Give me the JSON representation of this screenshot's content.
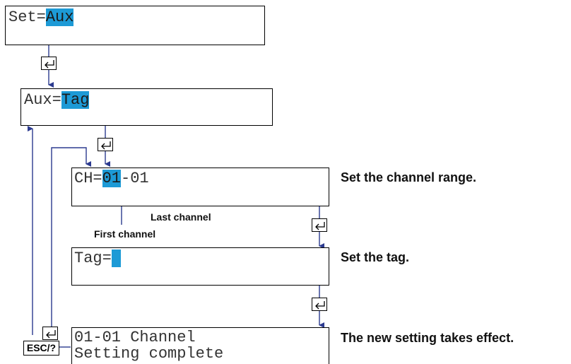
{
  "screens": {
    "set": {
      "prefix": "Set=",
      "value": "Aux"
    },
    "aux": {
      "prefix": "Aux=",
      "value": "Tag"
    },
    "ch": {
      "prefix": "CH=",
      "first": "01",
      "suffix": "-01"
    },
    "tag": {
      "prefix": "Tag=",
      "value": " "
    },
    "complete": {
      "line1": "01-01 Channel",
      "line2": "Setting complete"
    }
  },
  "labels": {
    "set_channel_range": "Set the channel range.",
    "set_tag": "Set the tag.",
    "new_setting": "The new setting takes effect.",
    "last_channel": "Last channel",
    "first_channel": "First channel"
  },
  "keys": {
    "esc": "ESC/?",
    "enter_icon": "enter-key-icon"
  },
  "colors": {
    "highlight": "#1d9ad6",
    "flow_line": "#2b3a8f"
  }
}
